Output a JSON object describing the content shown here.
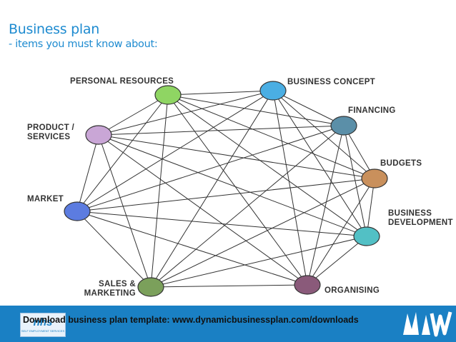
{
  "slide": {
    "title": "Business plan",
    "subtitle": "- items you must know about:"
  },
  "diagram": {
    "nodes": [
      {
        "id": "personal-resources",
        "label_lines": [
          "PERSONAL RESOURCES"
        ],
        "color": "#8fd563"
      },
      {
        "id": "business-concept",
        "label_lines": [
          "BUSINESS CONCEPT"
        ],
        "color": "#4aaee3"
      },
      {
        "id": "financing",
        "label_lines": [
          "FINANCING"
        ],
        "color": "#5b8fa8"
      },
      {
        "id": "budgets",
        "label_lines": [
          "BUDGETS"
        ],
        "color": "#c9905c"
      },
      {
        "id": "business-development",
        "label_lines": [
          "BUSINESS",
          "DEVELOPMENT"
        ],
        "color": "#52c0c5"
      },
      {
        "id": "organising",
        "label_lines": [
          "ORGANISING"
        ],
        "color": "#8a5a7a"
      },
      {
        "id": "sales-marketing",
        "label_lines": [
          "SALES &",
          "MARKETING"
        ],
        "color": "#7ba05b"
      },
      {
        "id": "market",
        "label_lines": [
          "MARKET"
        ],
        "color": "#5c7ce0"
      },
      {
        "id": "product-services",
        "label_lines": [
          "PRODUCT /",
          "SERVICES"
        ],
        "color": "#c9a6d6"
      }
    ],
    "edge_color": "#333333",
    "node_stroke": "#333333"
  },
  "footer": {
    "text": "Download business plan template:  www.dynamicbusinessplan.com/downloads",
    "logo_text": "nhs",
    "logo_tagline": "SELF EMPLOYMENT SERVICES",
    "background_color": "#1a80c4"
  }
}
